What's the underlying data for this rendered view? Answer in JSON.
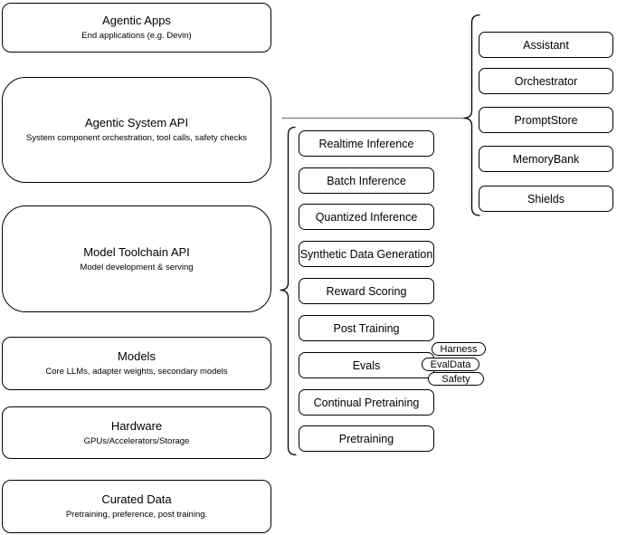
{
  "colors": {
    "background": "#ffffff",
    "box_fill": "#ffffff",
    "box_stroke": "#000000",
    "text": "#000000",
    "connector_line": "#8a8a8a"
  },
  "left_column": {
    "boxes": [
      {
        "title": "Agentic Apps",
        "subtitle": "End applications (e.g. Devin)"
      },
      {
        "title": "Agentic System API",
        "subtitle": "System component orchestration, tool calls, safety checks"
      },
      {
        "title": "Model Toolchain API",
        "subtitle": "Model development & serving"
      },
      {
        "title": "Models",
        "subtitle": "Core LLMs, adapter weights, secondary models"
      },
      {
        "title": "Hardware",
        "subtitle": "GPUs/Accelerators/Storage"
      },
      {
        "title": "Curated Data",
        "subtitle": "Pretraining, preference, post training."
      }
    ]
  },
  "pipeline_column": {
    "boxes": [
      {
        "label": "Realtime Inference"
      },
      {
        "label": "Batch Inference"
      },
      {
        "label": "Quantized Inference"
      },
      {
        "label": "Synthetic Data Generation"
      },
      {
        "label": "Reward Scoring"
      },
      {
        "label": "Post Training"
      },
      {
        "label": "Evals"
      },
      {
        "label": "Continual Pretraining"
      },
      {
        "label": "Pretraining"
      }
    ],
    "eval_tags": [
      {
        "label": "Harness"
      },
      {
        "label": "EvalData"
      },
      {
        "label": "Safety"
      }
    ]
  },
  "component_column": {
    "boxes": [
      {
        "label": "Assistant"
      },
      {
        "label": "Orchestrator"
      },
      {
        "label": "PromptStore"
      },
      {
        "label": "MemoryBank"
      },
      {
        "label": "Shields"
      }
    ]
  }
}
